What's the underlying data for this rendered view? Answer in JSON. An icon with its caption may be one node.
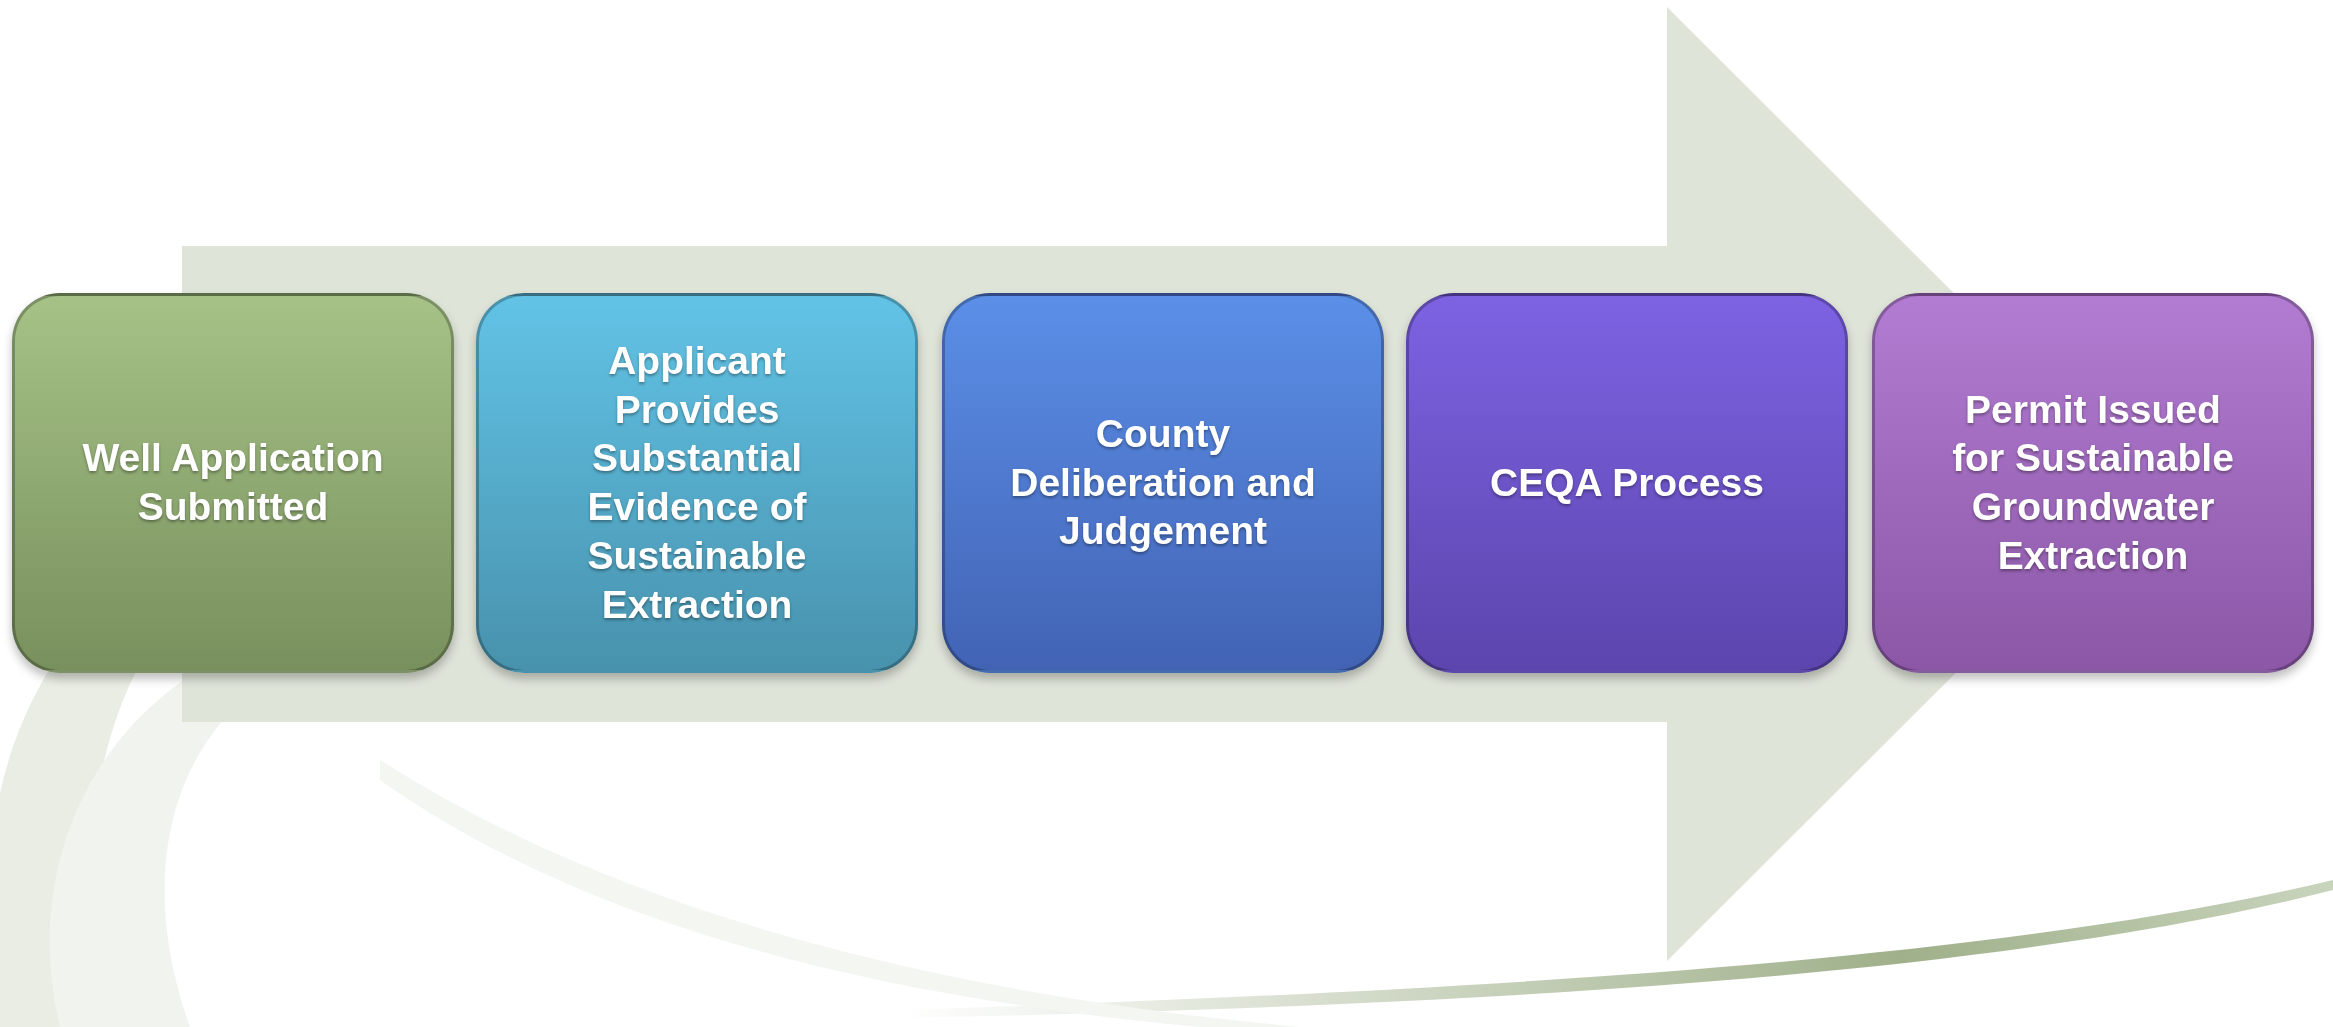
{
  "diagram": {
    "nodes": [
      {
        "text": [
          "Well Application Submitted"
        ]
      },
      {
        "text": [
          "Applicant Provides Substantial Evidence of Sustainable Extraction"
        ]
      },
      {
        "text": [
          "County Deliberation and Judgement"
        ]
      },
      {
        "text": [
          "CEQA Process"
        ]
      },
      {
        "text": [
          "Permit Issued for Sustainable Groundwater Extraction"
        ]
      }
    ],
    "edges": [
      {
        "from": 0,
        "to": 4,
        "arrow": "to",
        "style": "thick"
      }
    ]
  }
}
